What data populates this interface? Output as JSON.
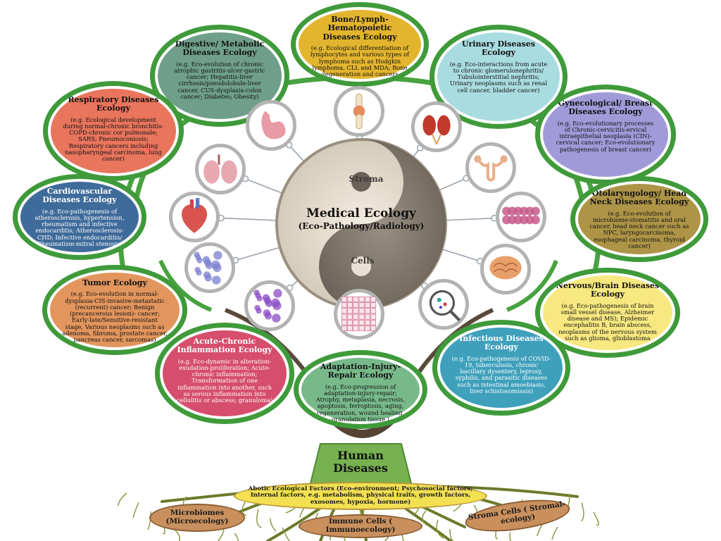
{
  "center": {
    "stroma_label": "Stroma",
    "title": "Medical Ecology",
    "subtitle": "(Eco-Pathology/Radiology)",
    "cells_label": "Cells"
  },
  "categories": [
    {
      "title": "Bone/Lymph-Hematopoietic Diseases  Ecology",
      "desc": "(e.g. Ecological differentiation of lymphocytes and various types of lymphoma such as Hodgkin lymphoma, CLL and MDA; Bone degeneration and cancers",
      "color": "#e3b52e",
      "icon": "bone-joint-icon"
    },
    {
      "title": "Digestive/ Metabolic Diseases Ecology",
      "desc": "(e.g. Eco-evolution  of chronic atrophic gastritis-ulcer-gastric cancer; Hepatitis-liver cirrhosis/pseudolobule-liver cancer, CUS-dysplasia-colon cancer; Diabetes; Obesity)",
      "color": "#6f9f8a",
      "icon": "stomach-icon"
    },
    {
      "title": "Urinary Diseases Ecology",
      "desc": "(e.g. Eco-interactions  from acute to chronic glomerulonephritis/ Tubulointerstitial nephritis; Urinary neoplasms such as renal cell cancer, bladder cancer)",
      "color": "#a9dce0",
      "icon": "kidney-icon"
    },
    {
      "title": "Respiratory Diseases  Ecology",
      "desc": "(e.g. Ecological development during  normal-chronic bronchitis-COPD-chronic cor pulmonale; SARS; Pneumoconiosis; Respiratory cancers including nasopharyngeal carcinoma, lung cancer)",
      "color": "#e8755c",
      "icon": "lungs-icon"
    },
    {
      "title": "Gynecological/ Breast Diseases Ecology",
      "desc": "(e.g.  Eco-evolutionary processes of Chronic-cervicitis-ervical intraepithelial neoplasia (CIN)-cervical cancer; Eco-evolutionary pathogenesis of breast cancer)",
      "color": "#a09ad8",
      "icon": "uterus-icon"
    },
    {
      "title": "Cardiovascular Diseases Ecology",
      "desc": "(e.g. Eco-pathogenesis of atherosclerosis, hypertension, rheumatism and infective endocarditis; Atherosclerosis-CHD; Infective endocarditis/ Rheumatism-mitral stenosis)",
      "color": "#3e6b9a",
      "icon": "heart-icon"
    },
    {
      "title": "Otolaryngology/ Head Neck Diseases Ecology",
      "desc": "(e.g. Eco-evolution  of microbiome-stomatitis and oral cancer, head neck cancer such as NPC, laryngocarcinoma, esophageal carcinoma, thyroid cancer)",
      "color": "#ad9446",
      "icon": "thyroid-icon"
    },
    {
      "title": "Tumor Ecology",
      "desc": "(e.g.  Eco-evolution in normal-dysplasia-CIS-invasive-metastatic (recurrent) cancer; Benign (precancerous lesion)- cancer; Early-late/Sensitive-resistant stage, Various neoplasms such as adenoma, fibroma, prostate cancer, pancreas cancer, sarcomas)",
      "color": "#e2955d",
      "icon": "tumor-cells-icon"
    },
    {
      "title": "Nervous/Brain Diseases Ecology",
      "desc": "(e.g. Eco-pathogenesis of brain small vessel disease, Alzheimer disease and MS); Epidemic encephalitis B, brain abscess, neoplasms of the nervous system such as glioma, glioblastoma",
      "color": "#f7e880",
      "icon": "brain-icon"
    },
    {
      "title": "Acute-Chronic Inflammation Ecology",
      "desc": "(e.g. Eco-dynamic in alteration-exudation-proliferation; Acute-chronic inflammation; Transformation of one inflammation into another, such as serous inflammation into cellulitis or abscess; granuloma)",
      "color": "#d64e6c",
      "icon": "inflammation-cells-icon"
    },
    {
      "title": "Adaptation-Injury-Repair Ecology",
      "desc": "(e.g. Eco-progression of adaptation-injury-repair; Atrophy, metaplasia, necrosis, apoptosis, ferroptosis, aging, regeneration, wound healing, granulation tissue )",
      "color": "#78b98a",
      "icon": "tissue-grid-icon"
    },
    {
      "title": "Infectious Diseases Ecology",
      "desc": "(e.g. Eco-pathogenesis of  COVID-19, tuberculosis, chronic bacillary dysentery, leprosy, syphilis, and parasitic diseases such as intestinal amoebiasis, liver schistosomiasis)",
      "color": "#3fa0bc",
      "icon": "microbe-magnifier-icon"
    }
  ],
  "trunk": {
    "label": "Human Diseases"
  },
  "roots": {
    "abiotic": "Abotic Ecological Factors  (Eco-environment; Psychosocial factors; Internal factors,  e.g. metabolism, physical traits, growth factors, exosomes,  hypoxia, hormone)",
    "microbiomes": "Microbiomes (Microecology)",
    "immune": "Immune Cells ( Immunoecology)",
    "stroma": "Stroma Cells ( Stromal-ecology)"
  }
}
